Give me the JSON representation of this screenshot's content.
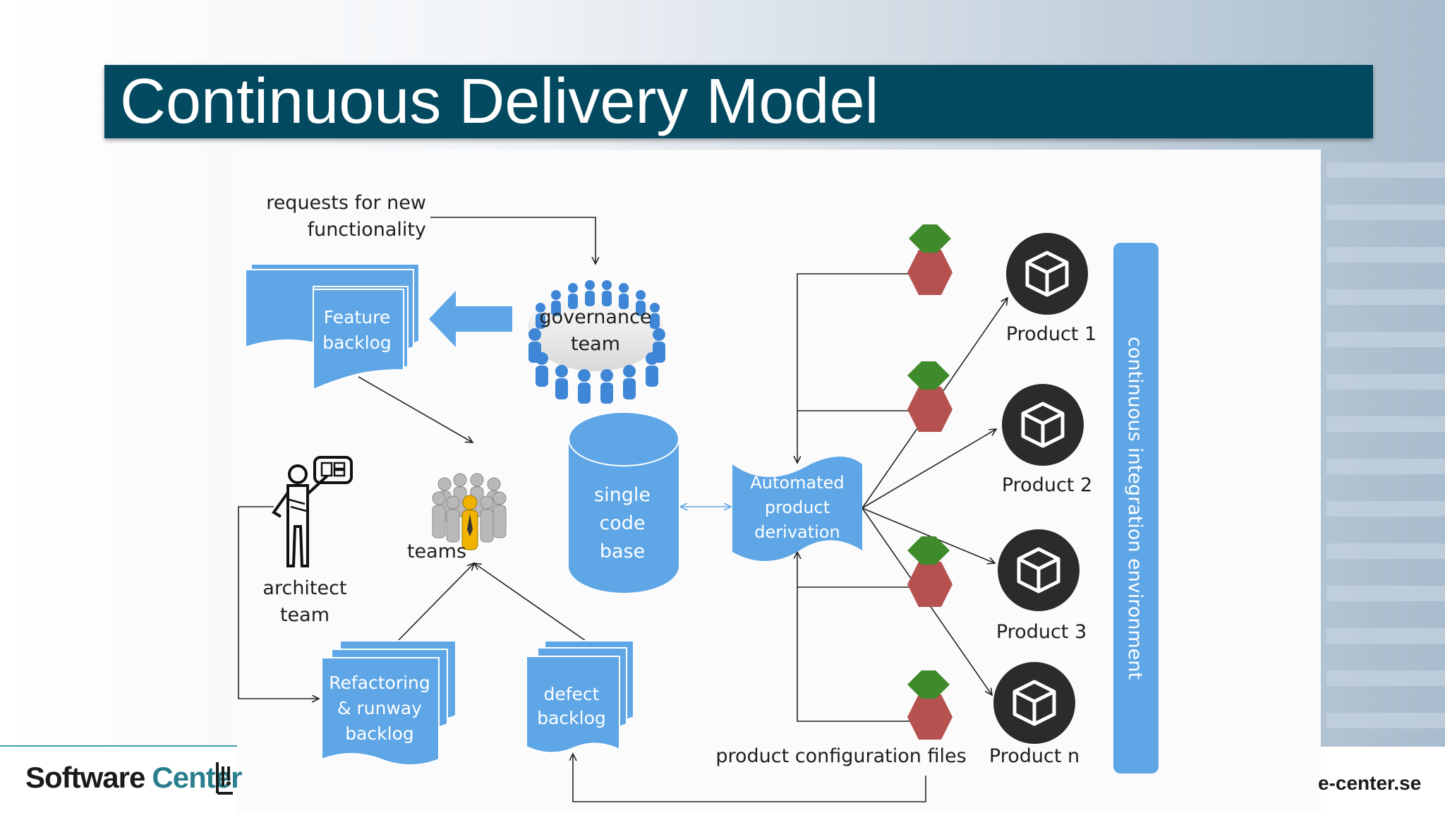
{
  "slide": {
    "title": "Continuous Delivery Model",
    "footer_brand_1": "Software",
    "footer_brand_2": "Center",
    "footer_url": "e-center.se",
    "colors": {
      "title_bar": "#03495f",
      "shape_blue": "#5ea6e6",
      "hex_green": "#3f8a2a",
      "hex_red": "#b55250"
    }
  },
  "diagram": {
    "requests_line1": "requests for new",
    "requests_line2": "functionality",
    "feature_backlog_1": "Feature",
    "feature_backlog_2": "backlog",
    "governance_1": "governance",
    "governance_2": "team",
    "teams": "teams",
    "architect_1": "architect",
    "architect_2": "team",
    "code_base_1": "single",
    "code_base_2": "code",
    "code_base_3": "base",
    "derivation_1": "Automated",
    "derivation_2": "product",
    "derivation_3": "derivation",
    "refactoring_1": "Refactoring",
    "refactoring_2": "& runway",
    "refactoring_3": "backlog",
    "defect_1": "defect",
    "defect_2": "backlog",
    "config_files": "product configuration files",
    "ci_environment": "continuous integration environment",
    "products": [
      "Product 1",
      "Product 2",
      "Product 3",
      "Product n"
    ],
    "icons": [
      "hexagon-config-icon",
      "product-cube-icon",
      "architect-icon",
      "teams-icon",
      "governance-people-icon"
    ]
  }
}
